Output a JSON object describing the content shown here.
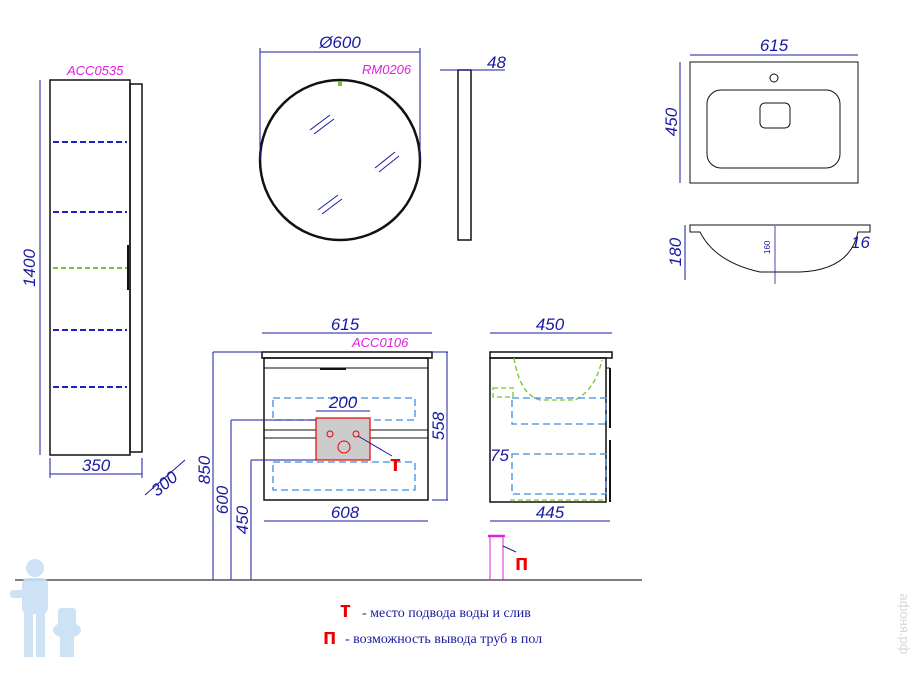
{
  "title": "Vanity set dimensional drawing",
  "colors": {
    "dimension": "#1a1aa0",
    "code": "#e020e0",
    "marker": "#ee0000",
    "hidden": "#3a8ee0",
    "fitting": "#7ac030"
  },
  "tall_cabinet": {
    "code": "ACC0535",
    "height": "1400",
    "width": "350",
    "depth": "300"
  },
  "mirror": {
    "code": "RM0206",
    "diameter": "Ø600",
    "depth": "48"
  },
  "sink": {
    "width": "615",
    "depth": "450",
    "height": "180",
    "rim": "16",
    "bowl_depth": "160"
  },
  "vanity_front": {
    "code": "ACC0106",
    "top_width": "615",
    "body_width": "608",
    "height": "558",
    "connection_width": "200",
    "floor_to_top": "850",
    "floor_to_connection_top": "600",
    "floor_to_connection_bottom": "450"
  },
  "vanity_side": {
    "top_depth": "450",
    "body_depth": "445",
    "offset": "75"
  },
  "markers": {
    "t": "т",
    "p": "п"
  },
  "legend": [
    {
      "symbol": "т",
      "text": "- место подвода воды и слив"
    },
    {
      "symbol": "п",
      "text": "- возможность вывода труб в пол"
    }
  ],
  "watermark": "афоня.рф"
}
